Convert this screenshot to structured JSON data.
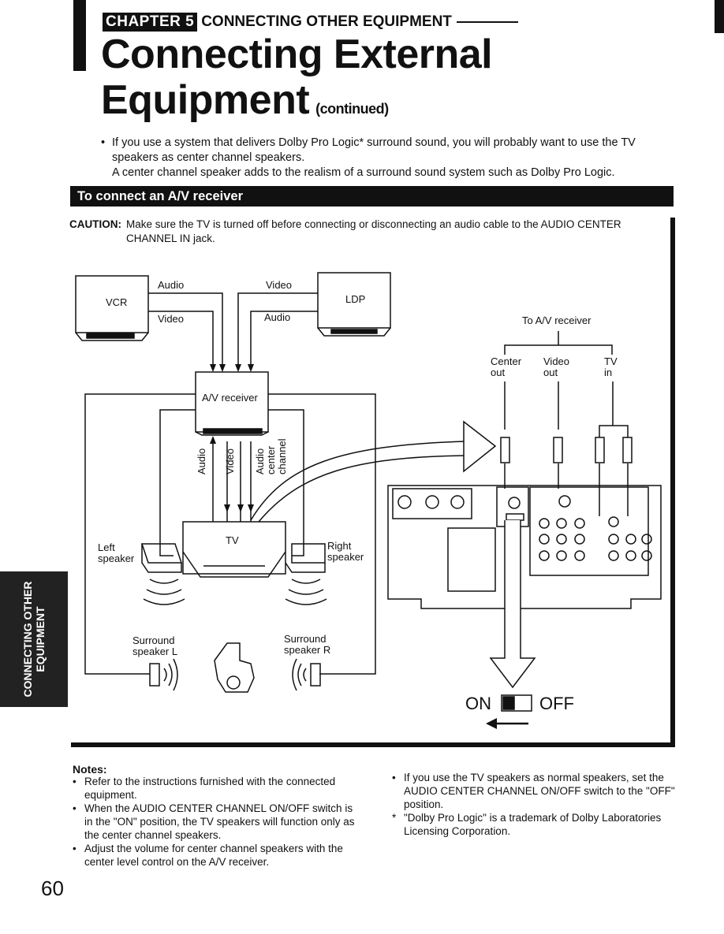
{
  "header": {
    "chapter_badge": "CHAPTER 5",
    "chapter_title": "CONNECTING OTHER EQUIPMENT",
    "title_line1": "Connecting External",
    "title_line2": "Equipment",
    "continued": "(continued)"
  },
  "intro": {
    "bullet": "•",
    "line1": "If you use a system that delivers Dolby Pro Logic* surround sound, you will probably want to use the TV speakers as center channel speakers.",
    "line2": "A center channel speaker adds to the realism of a surround sound system such as Dolby Pro Logic."
  },
  "section": {
    "heading": "To connect an A/V receiver"
  },
  "caution": {
    "label": "CAUTION:",
    "text": "Make sure the TV is turned off before connecting or disconnecting an audio cable to the AUDIO CENTER CHANNEL IN jack."
  },
  "diagram": {
    "vcr": "VCR",
    "ldp": "LDP",
    "audio_top": "Audio",
    "video_top": "Video",
    "video_vcr": "Video",
    "audio_ldp": "Audio",
    "av_receiver": "A/V receiver",
    "to_av_receiver": "To A/V receiver",
    "center_out": [
      "Center",
      "out"
    ],
    "video_out": [
      "Video",
      "out"
    ],
    "tv_in": [
      "TV",
      "in"
    ],
    "vert_audio": "Audio",
    "vert_video": "Video",
    "vert_center": [
      "Audio",
      "center",
      "channel"
    ],
    "tv": "TV",
    "left_speaker": [
      "Left",
      "speaker"
    ],
    "right_speaker": [
      "Right",
      "speaker"
    ],
    "surround_l": [
      "Surround",
      "speaker L"
    ],
    "surround_r": [
      "Surround",
      "speaker R"
    ],
    "on": "ON",
    "off": "OFF"
  },
  "side_tab": {
    "line1": "CONNECTING OTHER",
    "line2": "EQUIPMENT"
  },
  "notes": {
    "title": "Notes:",
    "left": [
      {
        "mark": "•",
        "text": "Refer to the instructions furnished with the connected equipment."
      },
      {
        "mark": "•",
        "text": "When the AUDIO CENTER CHANNEL ON/OFF switch is in the \"ON\" position, the TV speakers will function only as the center channel speakers."
      },
      {
        "mark": "•",
        "text": "Adjust the volume for center channel speakers with the center level control on the A/V receiver."
      }
    ],
    "right": [
      {
        "mark": "•",
        "text": "If you use the TV speakers as normal speakers, set the AUDIO CENTER CHANNEL ON/OFF switch to the \"OFF\" position."
      },
      {
        "mark": "*",
        "text": "\"Dolby Pro Logic\" is a trademark of Dolby Laboratories Licensing Corporation."
      }
    ]
  },
  "page_number": "60"
}
